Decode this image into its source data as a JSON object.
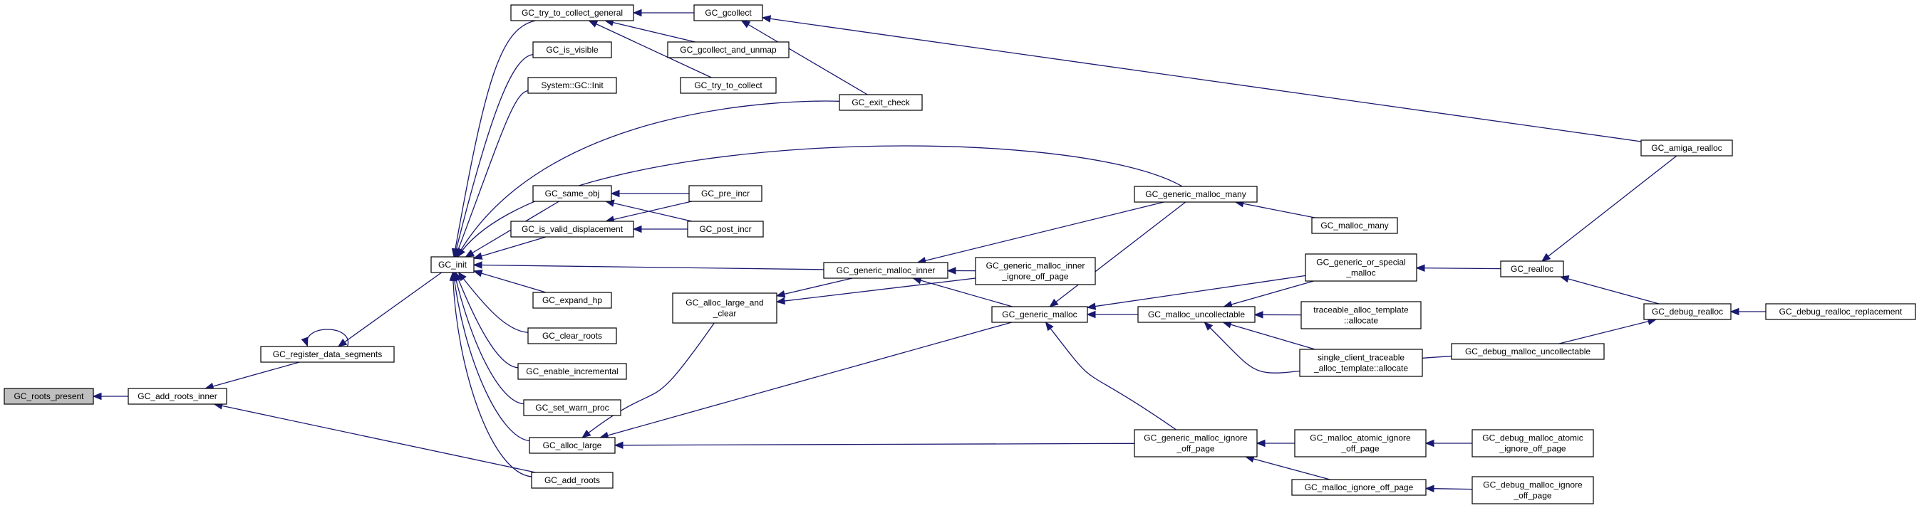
{
  "nodes": [
    {
      "id": "gc_roots_present",
      "lines": [
        "GC_roots_present"
      ],
      "highlight": true
    },
    {
      "id": "gc_add_roots_inner",
      "lines": [
        "GC_add_roots_inner"
      ]
    },
    {
      "id": "gc_register_data_segments",
      "lines": [
        "GC_register_data_segments"
      ]
    },
    {
      "id": "gc_init",
      "lines": [
        "GC_init"
      ]
    },
    {
      "id": "gc_try_to_collect_general",
      "lines": [
        "GC_try_to_collect_general"
      ]
    },
    {
      "id": "gc_is_visible",
      "lines": [
        "GC_is_visible"
      ]
    },
    {
      "id": "system_gc_init",
      "lines": [
        "System::GC::Init"
      ]
    },
    {
      "id": "gc_same_obj",
      "lines": [
        "GC_same_obj"
      ]
    },
    {
      "id": "gc_is_valid_displacement",
      "lines": [
        "GC_is_valid_displacement"
      ]
    },
    {
      "id": "gc_expand_hp",
      "lines": [
        "GC_expand_hp"
      ]
    },
    {
      "id": "gc_clear_roots",
      "lines": [
        "GC_clear_roots"
      ]
    },
    {
      "id": "gc_enable_incremental",
      "lines": [
        "GC_enable_incremental"
      ]
    },
    {
      "id": "gc_set_warn_proc",
      "lines": [
        "GC_set_warn_proc"
      ]
    },
    {
      "id": "gc_alloc_large",
      "lines": [
        "GC_alloc_large"
      ]
    },
    {
      "id": "gc_add_roots",
      "lines": [
        "GC_add_roots"
      ]
    },
    {
      "id": "gc_gcollect",
      "lines": [
        "GC_gcollect"
      ]
    },
    {
      "id": "gc_gcollect_and_unmap",
      "lines": [
        "GC_gcollect_and_unmap"
      ]
    },
    {
      "id": "gc_try_to_collect",
      "lines": [
        "GC_try_to_collect"
      ]
    },
    {
      "id": "gc_exit_check",
      "lines": [
        "GC_exit_check"
      ]
    },
    {
      "id": "gc_pre_incr",
      "lines": [
        "GC_pre_incr"
      ]
    },
    {
      "id": "gc_post_incr",
      "lines": [
        "GC_post_incr"
      ]
    },
    {
      "id": "gc_alloc_large_and_clear",
      "lines": [
        "GC_alloc_large_and",
        "_clear"
      ]
    },
    {
      "id": "gc_generic_malloc_inner",
      "lines": [
        "GC_generic_malloc_inner"
      ]
    },
    {
      "id": "gc_generic_malloc_inner_ignore_off_page",
      "lines": [
        "GC_generic_malloc_inner",
        "_ignore_off_page"
      ]
    },
    {
      "id": "gc_generic_malloc_many",
      "lines": [
        "GC_generic_malloc_many"
      ]
    },
    {
      "id": "gc_generic_malloc",
      "lines": [
        "GC_generic_malloc"
      ]
    },
    {
      "id": "gc_generic_malloc_ignore_off_page",
      "lines": [
        "GC_generic_malloc_ignore",
        "_off_page"
      ]
    },
    {
      "id": "gc_malloc_many",
      "lines": [
        "GC_malloc_many"
      ]
    },
    {
      "id": "gc_malloc_uncollectable",
      "lines": [
        "GC_malloc_uncollectable"
      ]
    },
    {
      "id": "gc_generic_or_special_malloc",
      "lines": [
        "GC_generic_or_special",
        "_malloc"
      ]
    },
    {
      "id": "traceable_alloc_template_allocate",
      "lines": [
        "traceable_alloc_template",
        "::allocate"
      ]
    },
    {
      "id": "single_client_traceable_alloc_template_allocate",
      "lines": [
        "single_client_traceable",
        "_alloc_template::allocate"
      ]
    },
    {
      "id": "gc_malloc_atomic_ignore_off_page",
      "lines": [
        "GC_malloc_atomic_ignore",
        "_off_page"
      ]
    },
    {
      "id": "gc_malloc_ignore_off_page",
      "lines": [
        "GC_malloc_ignore_off_page"
      ]
    },
    {
      "id": "gc_amiga_realloc",
      "lines": [
        "GC_amiga_realloc"
      ]
    },
    {
      "id": "gc_realloc",
      "lines": [
        "GC_realloc"
      ]
    },
    {
      "id": "gc_debug_malloc_uncollectable",
      "lines": [
        "GC_debug_malloc_uncollectable"
      ]
    },
    {
      "id": "gc_debug_realloc",
      "lines": [
        "GC_debug_realloc"
      ]
    },
    {
      "id": "gc_debug_realloc_replacement",
      "lines": [
        "GC_debug_realloc_replacement"
      ]
    },
    {
      "id": "gc_debug_malloc_atomic_ignore_off_page",
      "lines": [
        "GC_debug_malloc_atomic",
        "_ignore_off_page"
      ]
    },
    {
      "id": "gc_debug_malloc_ignore_off_page",
      "lines": [
        "GC_debug_malloc_ignore",
        "_off_page"
      ]
    }
  ],
  "edges": [
    [
      "gc_add_roots_inner",
      "gc_roots_present"
    ],
    [
      "gc_register_data_segments",
      "gc_add_roots_inner"
    ],
    [
      "gc_add_roots",
      "gc_add_roots_inner"
    ],
    [
      "gc_register_data_segments",
      "gc_register_data_segments"
    ],
    [
      "gc_init",
      "gc_register_data_segments"
    ],
    [
      "gc_try_to_collect_general",
      "gc_init"
    ],
    [
      "gc_is_visible",
      "gc_init"
    ],
    [
      "system_gc_init",
      "gc_init"
    ],
    [
      "gc_exit_check",
      "gc_init"
    ],
    [
      "gc_generic_malloc_many",
      "gc_init"
    ],
    [
      "gc_same_obj",
      "gc_init"
    ],
    [
      "gc_is_valid_displacement",
      "gc_init"
    ],
    [
      "gc_generic_malloc_inner",
      "gc_init"
    ],
    [
      "gc_expand_hp",
      "gc_init"
    ],
    [
      "gc_clear_roots",
      "gc_init"
    ],
    [
      "gc_enable_incremental",
      "gc_init"
    ],
    [
      "gc_set_warn_proc",
      "gc_init"
    ],
    [
      "gc_alloc_large",
      "gc_init"
    ],
    [
      "gc_add_roots",
      "gc_init"
    ],
    [
      "gc_gcollect",
      "gc_try_to_collect_general"
    ],
    [
      "gc_gcollect_and_unmap",
      "gc_try_to_collect_general"
    ],
    [
      "gc_try_to_collect",
      "gc_try_to_collect_general"
    ],
    [
      "gc_exit_check",
      "gc_gcollect"
    ],
    [
      "gc_amiga_realloc",
      "gc_gcollect"
    ],
    [
      "gc_pre_incr",
      "gc_same_obj"
    ],
    [
      "gc_post_incr",
      "gc_same_obj"
    ],
    [
      "gc_pre_incr",
      "gc_is_valid_displacement"
    ],
    [
      "gc_post_incr",
      "gc_is_valid_displacement"
    ],
    [
      "gc_alloc_large_and_clear",
      "gc_alloc_large"
    ],
    [
      "gc_generic_malloc",
      "gc_alloc_large"
    ],
    [
      "gc_generic_malloc_ignore_off_page",
      "gc_alloc_large"
    ],
    [
      "gc_generic_malloc_inner",
      "gc_alloc_large_and_clear"
    ],
    [
      "gc_generic_malloc_inner_ignore_off_page",
      "gc_alloc_large_and_clear"
    ],
    [
      "gc_generic_malloc_many",
      "gc_generic_malloc_inner"
    ],
    [
      "gc_generic_malloc_inner_ignore_off_page",
      "gc_generic_malloc_inner"
    ],
    [
      "gc_generic_malloc",
      "gc_generic_malloc_inner"
    ],
    [
      "gc_malloc_many",
      "gc_generic_malloc_many"
    ],
    [
      "gc_generic_malloc_many",
      "gc_generic_malloc"
    ],
    [
      "gc_malloc_uncollectable",
      "gc_generic_malloc"
    ],
    [
      "gc_generic_or_special_malloc",
      "gc_generic_malloc"
    ],
    [
      "gc_generic_malloc_ignore_off_page",
      "gc_generic_malloc"
    ],
    [
      "gc_generic_or_special_malloc",
      "gc_malloc_uncollectable"
    ],
    [
      "traceable_alloc_template_allocate",
      "gc_malloc_uncollectable"
    ],
    [
      "single_client_traceable_alloc_template_allocate",
      "gc_malloc_uncollectable"
    ],
    [
      "gc_debug_malloc_uncollectable",
      "gc_malloc_uncollectable"
    ],
    [
      "gc_realloc",
      "gc_generic_or_special_malloc"
    ],
    [
      "gc_amiga_realloc",
      "gc_realloc"
    ],
    [
      "gc_debug_realloc",
      "gc_realloc"
    ],
    [
      "gc_debug_malloc_uncollectable",
      "gc_debug_realloc"
    ],
    [
      "gc_debug_realloc_replacement",
      "gc_debug_realloc"
    ],
    [
      "gc_malloc_atomic_ignore_off_page",
      "gc_generic_malloc_ignore_off_page"
    ],
    [
      "gc_malloc_ignore_off_page",
      "gc_generic_malloc_ignore_off_page"
    ],
    [
      "gc_debug_malloc_atomic_ignore_off_page",
      "gc_malloc_atomic_ignore_off_page"
    ],
    [
      "gc_debug_malloc_ignore_off_page",
      "gc_malloc_ignore_off_page"
    ]
  ],
  "colors": {
    "edge": "#191970",
    "node_border": "#000000",
    "node_fill": "#ffffff",
    "highlight_fill": "#bfbfbf"
  }
}
